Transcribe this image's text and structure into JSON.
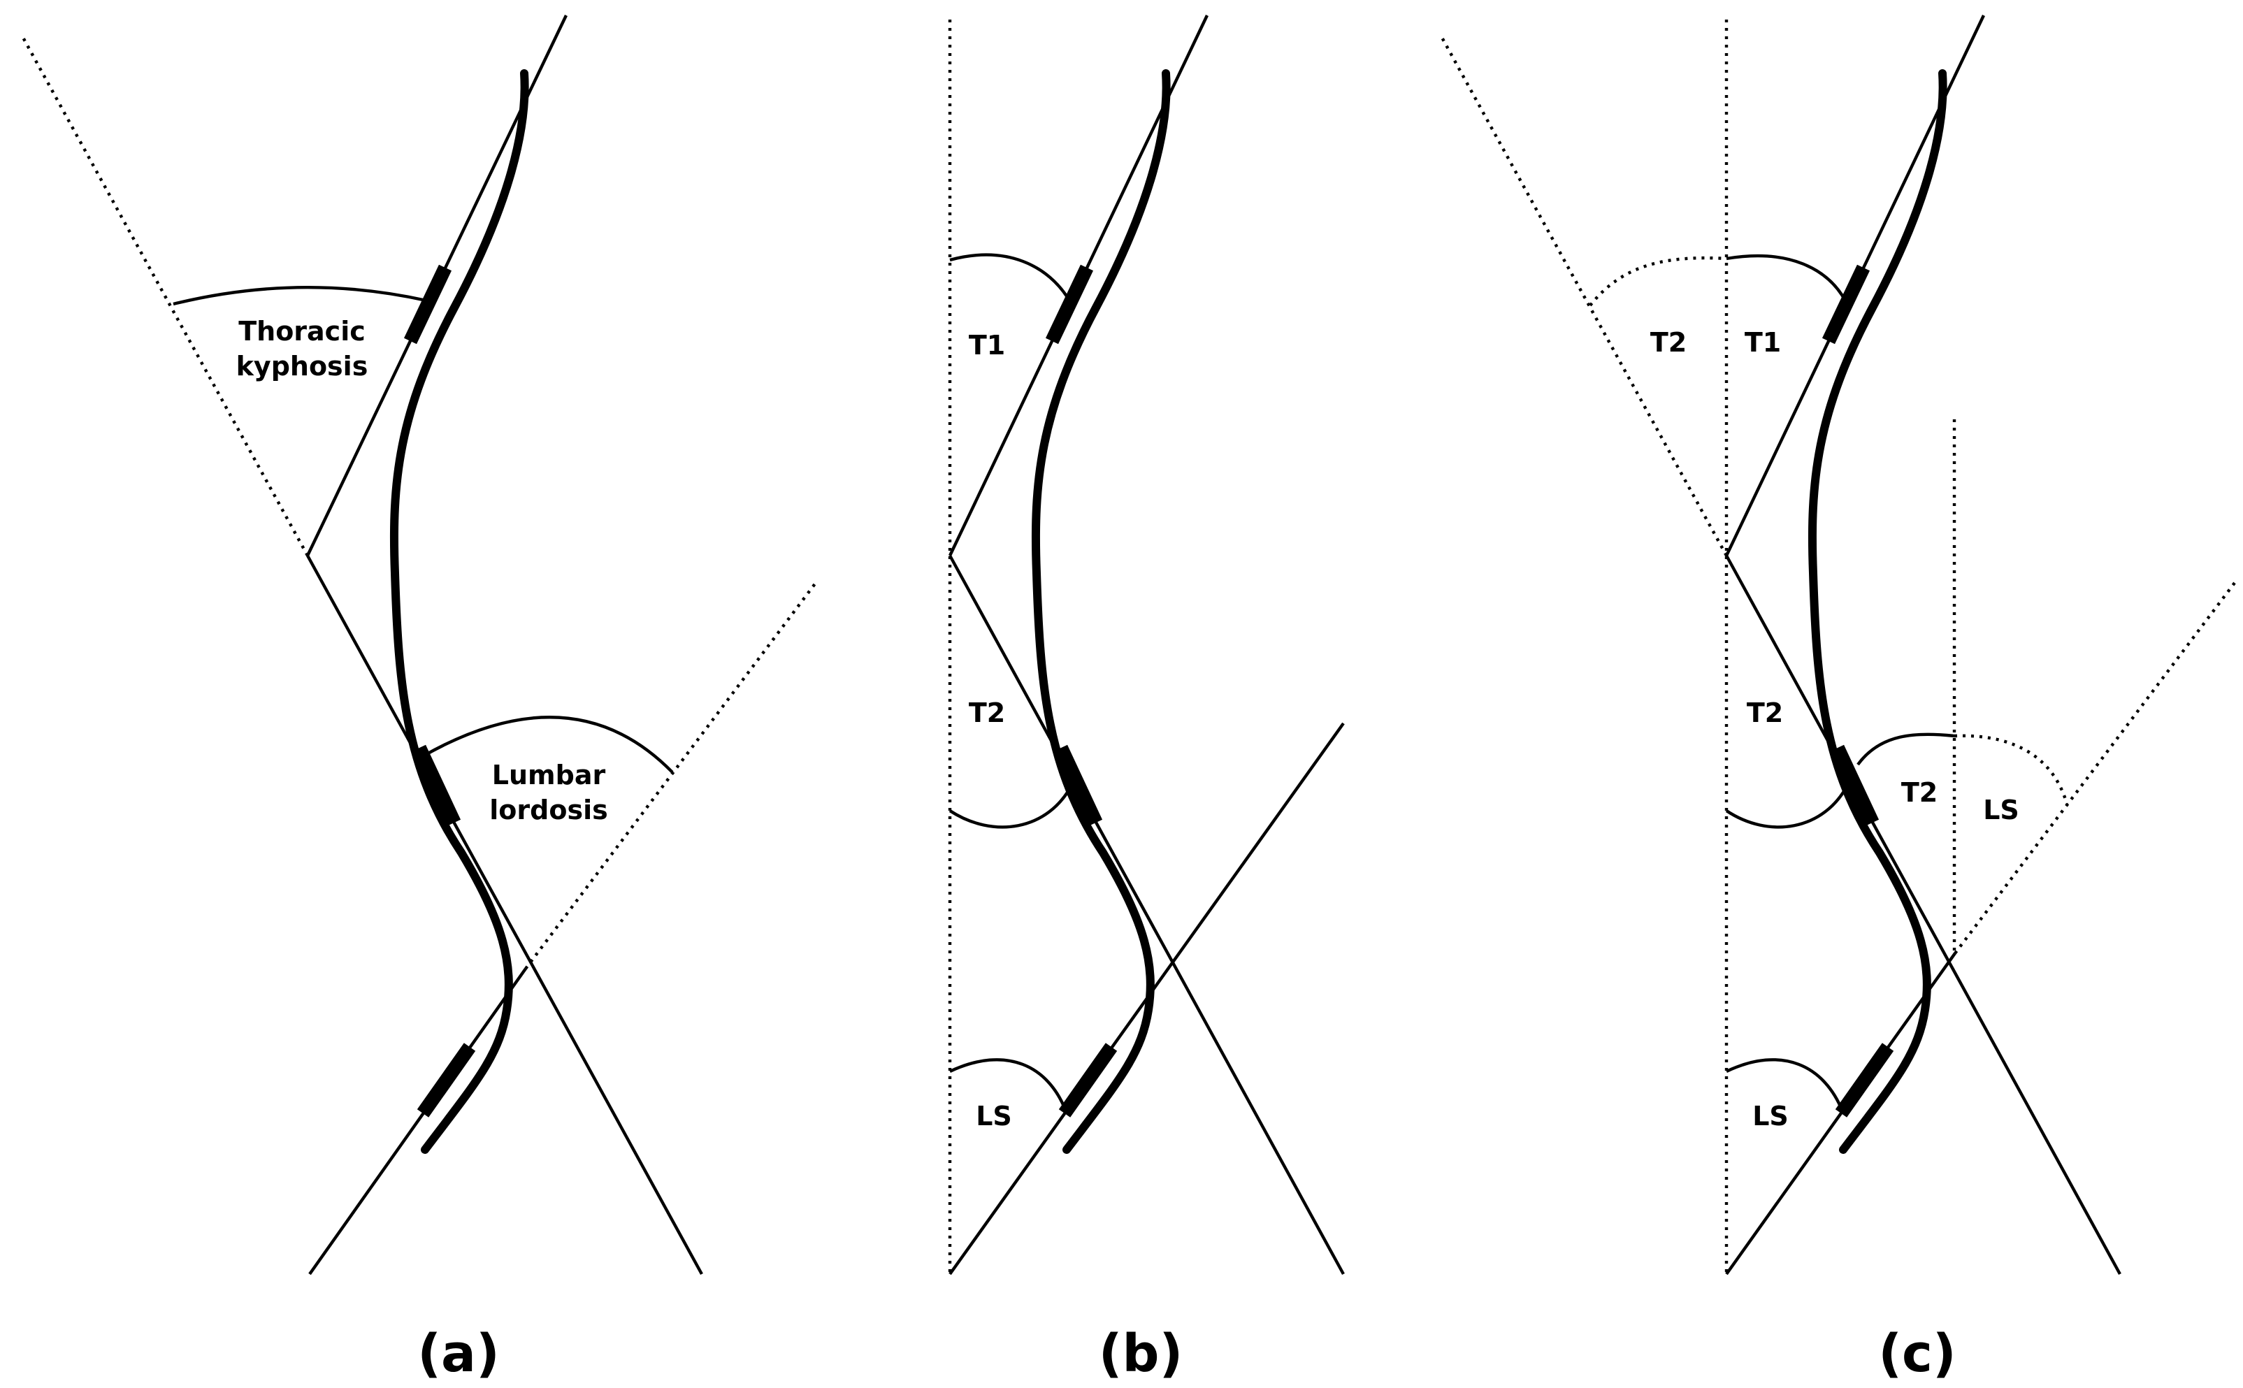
{
  "panels": {
    "a": {
      "caption": "(a)",
      "thoracic_line1": "Thoracic",
      "thoracic_line2": "kyphosis",
      "lumbar_line1": "Lumbar",
      "lumbar_line2": "lordosis"
    },
    "b": {
      "caption": "(b)",
      "t1": "T1",
      "t2": "T2",
      "ls": "LS"
    },
    "c": {
      "caption": "(c)",
      "t2_outer": "T2",
      "t1": "T1",
      "t2": "T2",
      "ls": "LS",
      "t2_right": "T2",
      "ls_right": "LS"
    }
  }
}
